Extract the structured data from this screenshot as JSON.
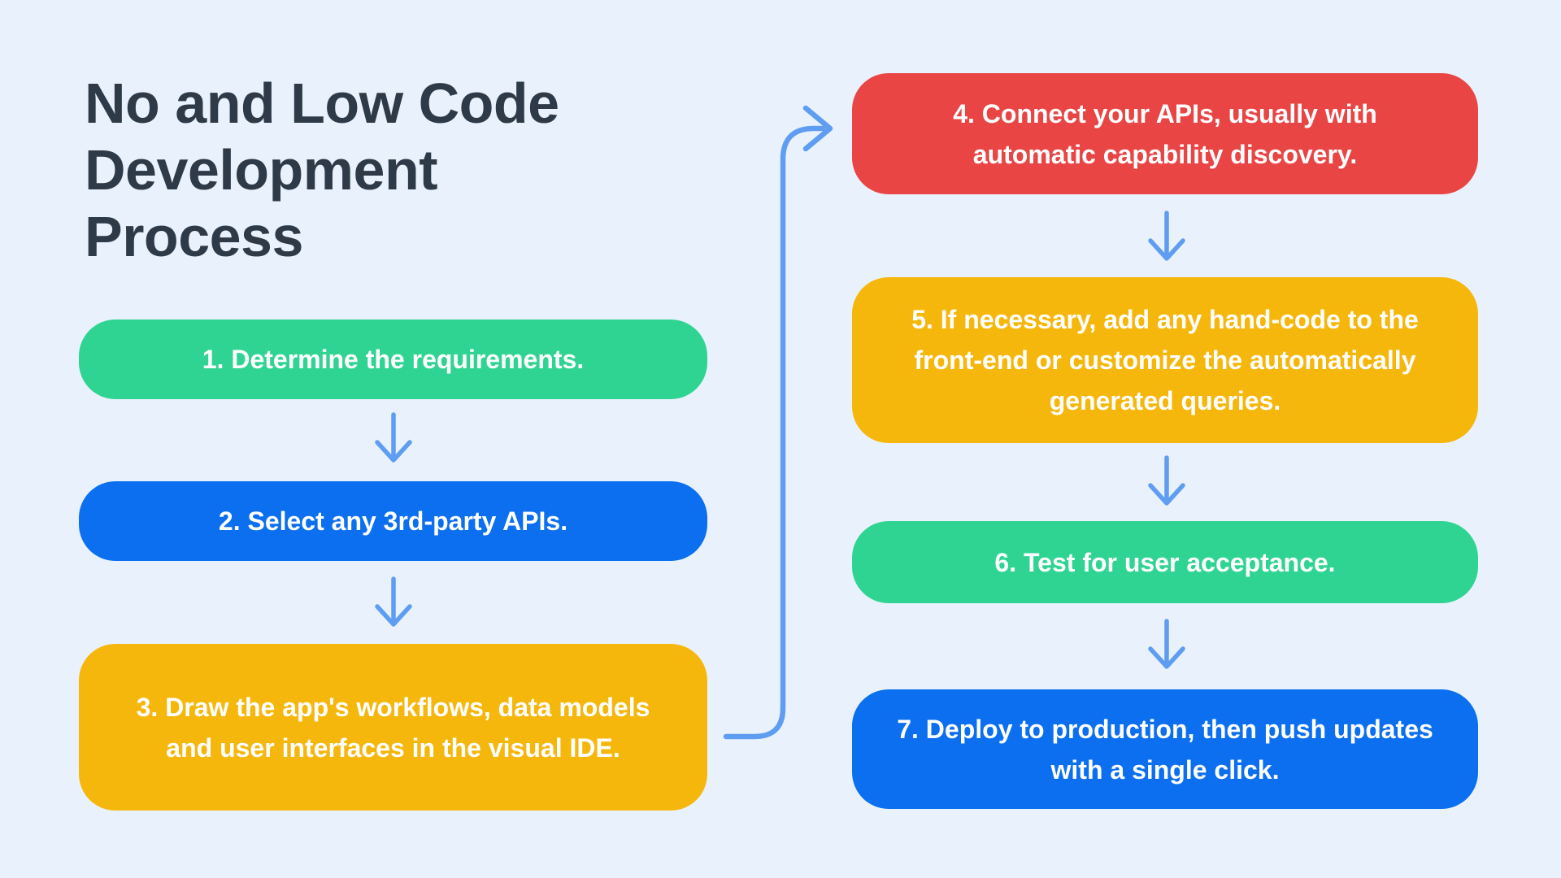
{
  "canvas": {
    "background": "#e9f2fc"
  },
  "title": {
    "text": "No and Low Code Development Process",
    "lines": [
      "No and Low Code",
      "Development",
      "Process"
    ],
    "color": "#2e3a47"
  },
  "steps": [
    {
      "number": 1,
      "label": "1. Determine the requirements.",
      "color": "#30d492",
      "text_color": "#ffffff",
      "column": "left"
    },
    {
      "number": 2,
      "label": "2. Select any 3rd-party APIs.",
      "color": "#0b6ff0",
      "text_color": "#ffffff",
      "column": "left"
    },
    {
      "number": 3,
      "label": "3. Draw the app's workflows, data models and user interfaces in the visual IDE.",
      "color": "#f6b70c",
      "text_color": "#ffffff",
      "column": "left"
    },
    {
      "number": 4,
      "label": "4. Connect your APIs, usually with automatic capability discovery.",
      "color": "#e94545",
      "text_color": "#ffffff",
      "column": "right"
    },
    {
      "number": 5,
      "label": "5. If necessary, add any hand-code to the front-end or customize the automatically generated queries.",
      "color": "#f6b70c",
      "text_color": "#ffffff",
      "column": "right"
    },
    {
      "number": 6,
      "label": "6. Test for user acceptance.",
      "color": "#30d492",
      "text_color": "#ffffff",
      "column": "right"
    },
    {
      "number": 7,
      "label": "7. Deploy to production, then push updates with a single click.",
      "color": "#0b6ff0",
      "text_color": "#ffffff",
      "column": "right"
    }
  ],
  "arrows": {
    "color": "#5f9df2",
    "glyph": "↓",
    "flow_connector": "curved arrow from step 3 to step 4"
  }
}
